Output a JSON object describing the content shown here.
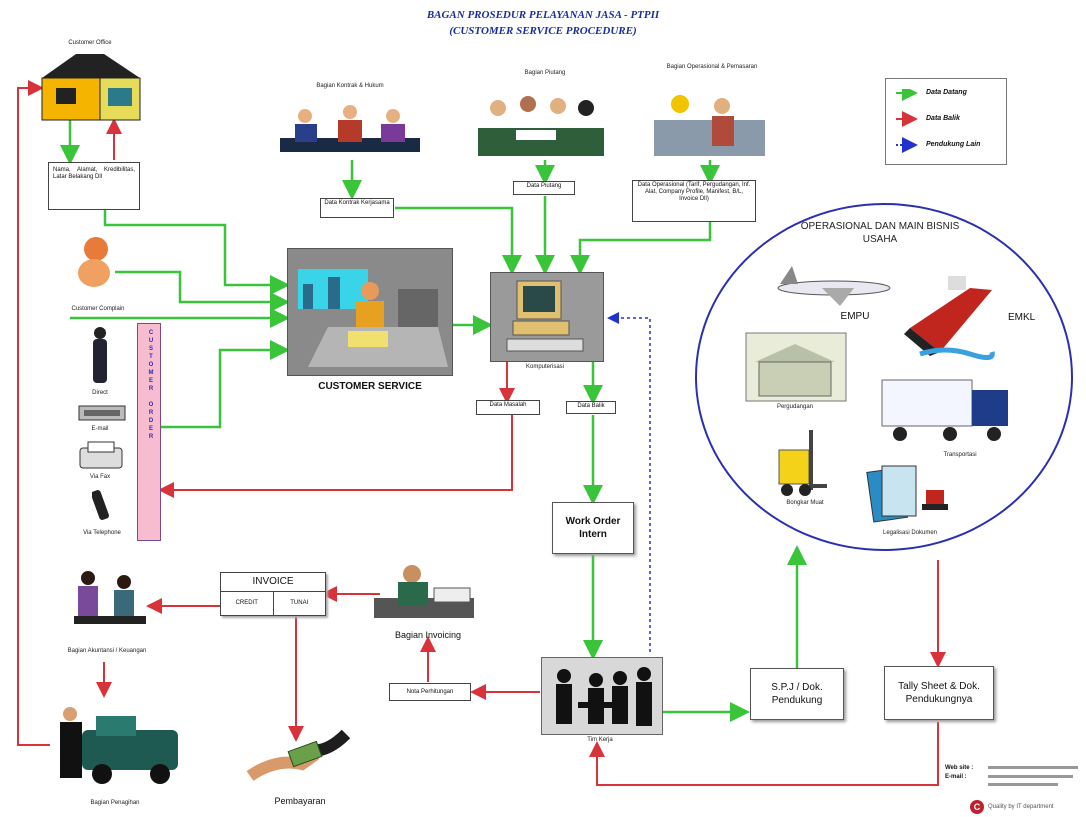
{
  "title": {
    "line1": "BAGAN PROSEDUR PELAYANAN JASA - PTPII",
    "line2": "(CUSTOMER SERVICE PROCEDURE)"
  },
  "legend": {
    "items": [
      {
        "label": "Data Datang",
        "color": "#39c43a"
      },
      {
        "label": "Data Balik",
        "color": "#d8333a"
      },
      {
        "label": "Pendukung Lain",
        "color": "#2233cc"
      }
    ]
  },
  "nodes": {
    "customer_office": "Customer Office",
    "customer_data": "Nama, Alamat, Kredibilitas, Latar Belakang Dll",
    "customer_complain": "Customer Complain",
    "bagian_kontrak": "Bagian Kontrak & Hukum",
    "data_kontrak": "Data Kontrak Kerjasama",
    "bagian_piutang": "Bagian Piutang",
    "data_piutang": "Data Piutang",
    "bagian_operasional": "Bagian Operasional & Pemasaran",
    "data_operasional": "Data Operasional (Tarif, Pergudangan, Inf. Alat, Company Profile, Manifest, B/L, Invoice Dll)",
    "customer_service": "CUSTOMER SERVICE",
    "komputer": "Komputerisasi",
    "data_masalah": "Data Masalah",
    "data_balik": "Data Balik",
    "customer_order": "CUSTOMER ORDER",
    "direct": "Direct",
    "email": "E-mail",
    "via_fax": "Via Fax",
    "via_telephone": "Via Telephone",
    "work_order": "Work Order Intern",
    "invoice": "INVOICE",
    "credit": "CREDIT",
    "tunai": "TUNAI",
    "bagian_invoicing": "Bagian Invoicing",
    "nota_perhitungan": "Nota Perhitungan",
    "tim_kerja": "Tim Kerja",
    "spj": "S.P.J / Dok. Pendukung",
    "tally_sheet": "Tally Sheet & Dok. Pendukungnya",
    "bagian_akuntansi": "Bagian Akuntansi / Keuangan",
    "bagian_penagihan": "Bagian Penagihan",
    "pembayaran": "Pembayaran"
  },
  "operasional": {
    "title": "OPERASIONAL DAN MAIN BISNIS USAHA",
    "empu": "EMPU",
    "emkl": "EMKL",
    "pergudangan": "Pergudangan",
    "transportasi": "Transportasi",
    "bongkar_muat": "Bongkar Muat",
    "legalisasi": "Legalisasi Dokumen"
  },
  "footer": {
    "web_label": "Web site :",
    "email_label": "E-mail :",
    "credit": "Quality by IT department"
  }
}
